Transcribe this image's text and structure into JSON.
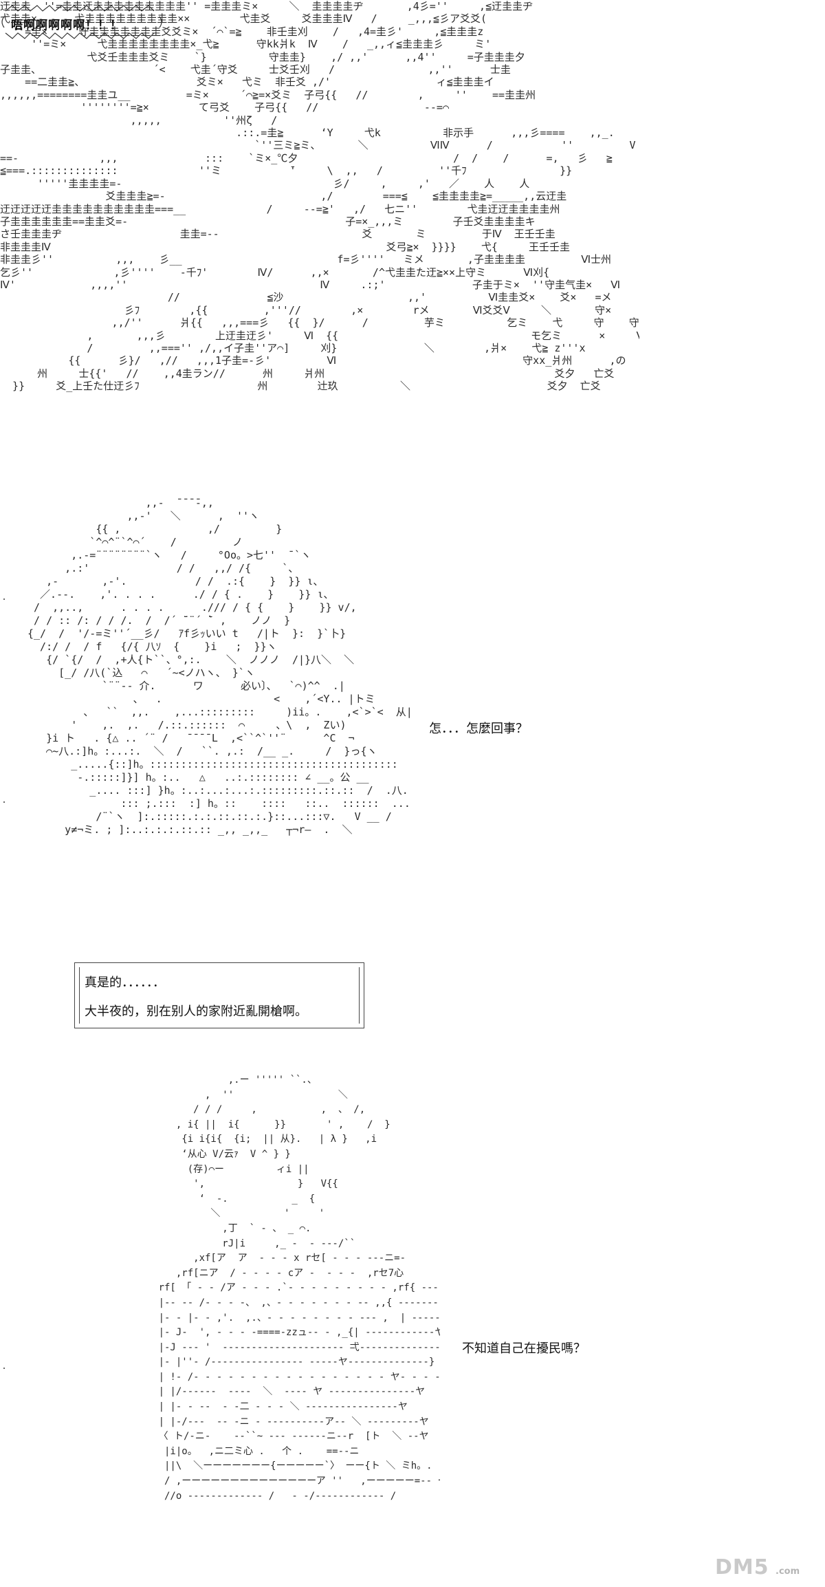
{
  "panels": {
    "explosion": {
      "art": "迂圭圭  ''=圭圭迂圭圭圭圭圭圭圭圭圭'' =圭圭圭ミ×     ＼  圭圭圭圭ヂ       ,4彡=''     ,≦迂圭圭ヂ\n弋圭圭×      弋圭圭圭圭圭圭圭圭圭××        弋圭爻     爻圭圭圭Ⅳ   /     _,,,≦彡ア爻爻(\n  ''=圭×     守圭圭圭圭圭圭圭爻爻ミ×  ´⌒`=≧    非壬圭刈    /   ,4=圭彡'     ,≦圭圭圭z\n     ''=ミ×     弋圭圭圭圭圭圭圭圭×_弋≧      守kk爿k  Ⅳ    /   _,,ィ≦圭圭圭彡     ミ'\n              弋爻壬圭圭圭爻ミ    `}          守圭圭}    ,/ ,,'      ,,4''     =子圭圭圭夕\n子圭圭、                  ´<    弋圭´守爻     士爻壬刈   /               ,,''      士圭\n    ==二圭圭≧、                  爻ミ×   弋ミ  非壬爻 ,/'                 ィ≦圭圭圭イ\n,,,,,,========圭圭ユ__         =ミ×     ´⌒≧=×爻ミ  子弓{{   //        ,     ''    ==圭圭州\n             ''''''''=≧×        て弓爻    子弓{{   //                 --=⌒\n                     ,,,,,          ''州ζ   /\n                                      .::.=圭≧      ‘Y     弋k          非示手      ,,,彡====    ,,_.      ,,,\n                                         `''三ミ≧ミ、      ＼          ⅥⅣ      /           ''         V\n==-             ,,,              :::    `ミ×_℃夕                         /  /    /      =,   彡   ≧\n≦===.::::::::::::::             ''ミ           ̄'     \\  ,,   /         ''千ﾌ               }}\n      '''''圭圭圭圭=-                                  彡/     ,     ,'   ／    人    人\n                 爻圭圭圭≧=-                         ,/        ===≦    ≦圭圭圭圭≧=_____,,云迂圭\n迂迂迂迂迂圭圭圭圭圭圭圭圭圭圭===__             /     --=≧'   ,/   七ニ''        弋圭迂迂圭圭圭圭州\n子圭圭圭圭圭圭==圭圭爻=-                                   子=×_,,,ミ        子壬爻圭圭圭圭キ\nさ壬圭圭圭ヂ                   圭圭=--                       爻       ミ         于Ⅳ  王壬壬圭\n非圭圭圭Ⅳ                                                      爻弓≧×  }}}}    弋{     王壬壬圭\n非圭圭彡''          ,,,    彡__                         f=彡''''   ミメ       ,子圭圭圭圭         Ⅵ士州\n乞彡''             ,彡''''    -千ﾌ'        Ⅳ/      ,,×       /^弋圭圭た迂≧××上守ミ      Ⅵ刈{\nⅣ'            ,,,,''                               Ⅳ     .:;'              子圭于ミ×  ''守圭气圭×   Ⅵ\n                           //              ≦沙                    ,,'          Ⅵ圭圭爻×    爻×   =メ\n                    彡ﾌ        ,{{         ,'''//        ,×        rメ       Ⅵ爻爻Ⅴ     ＼       守×\n                  ,,/''      爿{{   ,,,===彡   {{  }/      /         芋ミ          乞ミ    弋     守    守\n              ,       ,,,彡        上迂圭迂彡'     Ⅵ  {{                               モ乞ミ      ×     Ⅵ      マ\n              /         ,,==='' ,/,,イ子圭''ア⌒]     刈}              ＼        ,爿×    弋≧ z'''x\n           {{      彡}/   ,//   ,,,1子圭=-彡'         Ⅵ                              守xx_爿州      ,の  マ\n      州     士{{'   //    ,,4圭ラン//      州     爿州                                     爻夕   亡爻\n  }}     爻_上壬た仕迂彡ﾌ                   州        辻玖          ＼                      爻夕  亡爻"
    },
    "scream": {
      "text": "唔啊啊啊啊啊！！！"
    },
    "character_1": {
      "art": "                   ,,-  ̄ ̄ ̄ ̄-,,\n                ,,-'   ＼      ,  ''ヽ\n           {{ ,              ,/         }\n          `^⌒^¨`^⌒´    /         ノ\n       ,.-=¨¨¨¨¨¨¨¨`ヽ   /     °Oo。>七''  ̄ `ヽ\n      ,.:'              / /   ,,/ /{     `、\n   ,-       ,-'.           / /  .:{    }  }} ι、\n  ／.-‐.    ,'. . . .      ./ / { .    }    }} ι、\n /  ,,..,      . . . .      ./// / { {    }    }} v/,\n / / :: /: / / /.  /  /´ ̄¨¨´ ̄` ,    ノノ  }\n{_/  /  '/-=ミ''´__彡/   ｱf彡ｯいい t   /|ト  }:  }`卜}\n  /:/ /  / f   {/{ 八ｿ  {    }i   ;  }}ヽ\n   {/ `{/  /  ,+人{ト``、°,:.    ＼  ノノノ  /|}八＼  ＼\n     [_/ /八(`込   ⌒   ´~<ノハヽ、 }`ヽ\n            `¨¨-- 介.      ワ      必い〕、  `⌒)^^  .|\n                 、  .                  <    ,´<Y.. |トミ\n         、  ``  ,,.    ,...:::::::::     )ii。.    ,<`>`<  从|h ／\n       '    ,.  ,.   /.::.::::::  ⌒     、\\  ,  Zい)\n   }i ト   . {△ .. ´¨ /   ̄ ̄ ̄ ̄ L  ,<``^`''¨      ^C  ¬\n   ⌒~八.:]h。:...:.  ＼  /   ``. ,.:  /__ _.     /  }っ{ヽ\n       _.....{::]h。::::::::::::::::::::::::::::::::::::::::      ..  ]7   ヽ\n        -.:::::]}] h。:..   △   ..:.:::::::: ∠ __。公 __\n          _.... :::] }h。:..:...:...:.:::::::::.::.::  /  .八.    ／\n               ::: ;.:::  :] h。::    ::::   ::..  ::::::  ...  ::: ::\n           /¨`ヽ  ]:.:::::.:.:.::.::.:.}::...:::▽.   V __ /\n      y≠¬ミ. ; ]:..:.:.:.::.:: _,, _,,_   ┬¬r–  .  ＼\n"
    },
    "confused": {
      "text": "怎．．．怎麼回事？"
    },
    "narration": {
      "line1": "真是的．．．．．．",
      "line2": "大半夜的，别在别人的家附近亂開槍啊。"
    },
    "character_2": {
      "art": "                  ,.ー ''''' ``.、\n              ,  ''                  ＼\n            / / /     ,           ,  、 /,\n         , i{ ||  i{      }}       ' ,    /  }\n          {i i{i{  {i;  || 从}.   | λ }   ,i\n          ‘从心 V/云ｧ  V ^ } }\n           (存)⌒ー         ィi ||\n            ',                }   V{{\n             ‘  -.           _  {\n               ＼           '     '\n                 ,丁  ` ‐ 、 _ ⌒.\n                 rJ|i     ,_ -  ‐ ‐--/``\n            ,xf[ア  ア  - - - x rセ[ - - - ---ニ=-\n         ,rf[ニア  / - - - - cア -  - - -  ,rセ7心\n      rf[ 「 ‐ ‐ /ア - - - .`- - - - - - - - - ,rf{ ---------〉\n      |-‐ -‐ /‐ - - -、 ,、- - - - - - - -- ,,{ ---------{\n      |- - |- - ,'.  ,.、- - - - - - - - --- ,  | ------------ヤ\n      |- J-  ', - - - -====-zzュ-- - ,_{| ------------ヤ\n      |-J --‐ '  --------------------- 弌---------------キ\n      |- |''- /‐‐‐‐‐‐‐‐‐‐‐‐‐‐‐‐ -----ヤ--------------}\n      | !- /- - - - - - - - - - - - - - - - - ヤ- - - - - - - ヤ\n      | |/‐‐‐‐‐‐  ----  ＼  ---- ヤ ---------------ヤ\n      | |- - -‐  ‐ -二 - - ‐ ＼ ----------------ヤ\n      | |-/--‐  -- ‐ニ - ----------ア-- ＼ ---------ヤ\n      〈 ト/-ニ-    --``~ --- ------ニ--r  [ト  ＼ --ヤ\n       |i|o。  ,ニ二ミ心 .   个 .    ==--ニ\n       ||\\  ＼ーーーーーーー{ーーーーー`〉 ーー{ト ＼ ミh。.\n       / ,ーーーーーーーーーーーーーーア ''   ,ーーーーー=-- ー/\n       //o ‐‐‐‐‐‐‐‐‐‐‐‐‐ /   - -/‐‐‐‐‐‐‐‐‐‐‐‐ /"
    },
    "disturb": {
      "text": "不知道自己在擾民嗎？"
    }
  },
  "watermark": {
    "brand": "DM5",
    "domain": ".com"
  }
}
